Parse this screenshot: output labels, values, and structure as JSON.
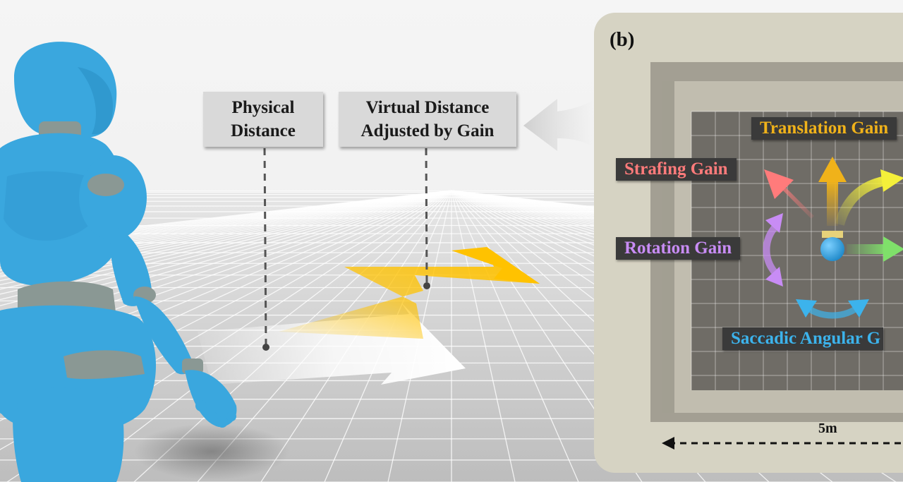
{
  "labels": {
    "physical_line1": "Physical",
    "physical_line2": "Distance",
    "virtual_line1": "Virtual Distance",
    "virtual_line2": "Adjusted by Gain"
  },
  "panel": {
    "title": "(b)",
    "dimension": "5m",
    "gains": {
      "translation": "Translation Gain",
      "strafing": "Strafing Gain",
      "rotation": "Rotation Gain",
      "saccadic": "Saccadic Angular G"
    }
  },
  "colors": {
    "avatar": "#3aa7de",
    "avatar_joint": "#8a9894",
    "virtual_arrow": "#ffc200",
    "physical_arrow": "#ffffff",
    "translation": "#f0b21a",
    "strafing": "#ff7b7b",
    "rotation": "#c88cf5",
    "saccadic": "#3cb3ec",
    "green_arrow": "#7fe06a",
    "yellow_arrow": "#f4f03a"
  }
}
